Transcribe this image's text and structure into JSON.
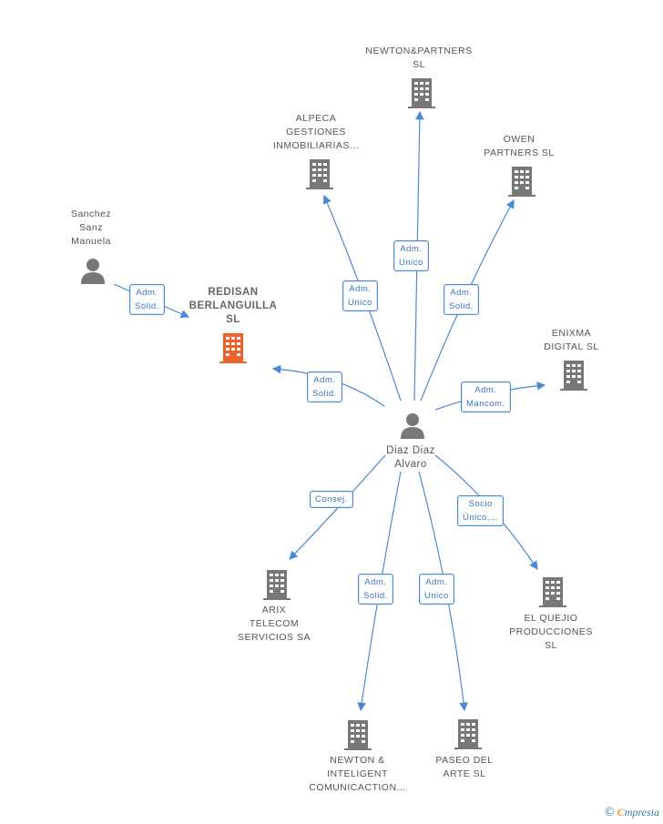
{
  "diagram": {
    "center_person": "Diaz Diaz\nAlvaro",
    "nodes": [
      {
        "id": "redisan",
        "label": "REDISAN\nBERLANGUILLA\nSL",
        "main": true
      },
      {
        "id": "sanchez",
        "label": "Sanchez\nSanz\nManuela"
      },
      {
        "id": "newton_partners",
        "label": "NEWTON&PARTNERS\nSL"
      },
      {
        "id": "alpeca",
        "label": "ALPECA\nGESTIONES\nINMOBILIARIAS..."
      },
      {
        "id": "owen",
        "label": "OWEN\nPARTNERS  SL"
      },
      {
        "id": "enixma",
        "label": "ENIXMA\nDIGITAL SL"
      },
      {
        "id": "arix",
        "label": "ARIX\nTELECOM\nSERVICIOS SA"
      },
      {
        "id": "el_quejio",
        "label": "EL QUEJIO\nPRODUCCIONES\nSL"
      },
      {
        "id": "newton_inteligent",
        "label": "NEWTON &\nINTELIGENT\nCOMUNICACTION..."
      },
      {
        "id": "paseo",
        "label": "PASEO DEL\nARTE  SL"
      }
    ],
    "edges": [
      {
        "label": "Adm.\nSolid.",
        "to": "redisan",
        "from": "sanchez"
      },
      {
        "label": "Adm.\nUnico",
        "to": "newton_partners"
      },
      {
        "label": "Adm.\nUnico",
        "to": "alpeca"
      },
      {
        "label": "Adm.\nSolid.",
        "to": "owen"
      },
      {
        "label": "Adm.\nSolid.",
        "to": "redisan"
      },
      {
        "label": "Adm.\nMancom.",
        "to": "enixma"
      },
      {
        "label": "Consej.",
        "to": "arix"
      },
      {
        "label": "Socio\nÚnico,...",
        "to": "el_quejio"
      },
      {
        "label": "Adm.\nSolid.",
        "to": "newton_inteligent"
      },
      {
        "label": "Adm.\nUnico",
        "to": "paseo"
      }
    ]
  },
  "footer": {
    "copyright": "©",
    "brand_first": "C",
    "brand_rest": "mpresia"
  },
  "colors": {
    "edge": "#4a8ad4",
    "building": "#777777",
    "main_building": "#f0602a",
    "person": "#777777"
  }
}
